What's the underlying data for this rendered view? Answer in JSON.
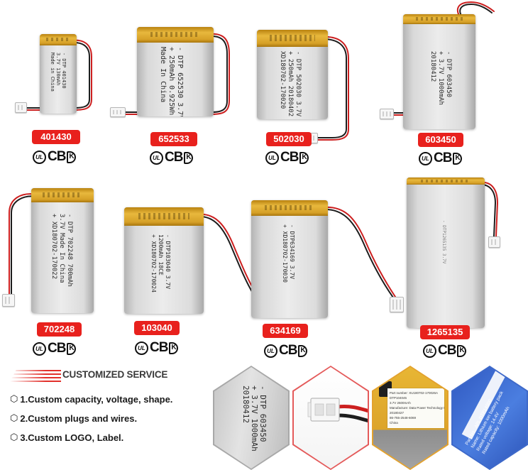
{
  "products": [
    {
      "model": "401430",
      "imprint": [
        "- DTP 401430",
        "3.7V 130mAh",
        "Made in China"
      ]
    },
    {
      "model": "652533",
      "imprint": [
        "- DTP 652530 3.7V",
        "+ 250mAh 0.925Wh",
        "Made In China"
      ]
    },
    {
      "model": "502030",
      "imprint": [
        "- DTP 502030 3.7V",
        "+ 250mAh 20180402",
        "XD180702-170020"
      ]
    },
    {
      "model": "603450",
      "imprint": [
        "- DTP 603450",
        "+ 3.7V 1000mAh",
        "20180412"
      ]
    },
    {
      "model": "702248",
      "imprint": [
        "- DTP 702248 700mAh",
        "3.7V Made In China",
        "+ XD180702-170022"
      ]
    },
    {
      "model": "103040",
      "imprint": [
        "- DTP103040 3.7V",
        "1200mAh 18CE",
        "+ XD180702-170024"
      ]
    },
    {
      "model": "634169",
      "imprint": [
        "- DTP634169 3.7V",
        "+ XD180702-170030"
      ]
    },
    {
      "model": "1265135",
      "imprint": [
        "- DTP1265135 3.7V"
      ]
    }
  ],
  "certifications": {
    "ul": "UL",
    "cb": "CB",
    "kc": "K"
  },
  "service": {
    "title": "CUSTOMIZED SERVICE",
    "bullet": "⬡",
    "items": [
      "1.Custom capacity, voltage, shape.",
      "2.Custom plugs and wires.",
      "3.Custom LOGO, Label."
    ]
  },
  "details": {
    "battery_closeup": [
      "- DTP 603450",
      "+ 3.7V 1000mAh",
      "20180412"
    ],
    "label_closeup": [
      "Part number: XU180702-170026A",
      "DTP104045",
      "3.7V 2600mAh",
      "Manufacture: Data Power Technology Limited",
      "20180427",
      "86-755-2548-6069",
      "China"
    ],
    "pack_label": [
      "Part No.: APL DTP14500",
      "Name: Lithium ion battery pack",
      "Rated voltage: 14.4V",
      "Rated capacity: 1000mAh"
    ]
  },
  "colors": {
    "label-red": "#e8211d",
    "wire-red": "#cc1f1f",
    "wire-black": "#1d1d1d",
    "tape": "#e2ad2e"
  }
}
